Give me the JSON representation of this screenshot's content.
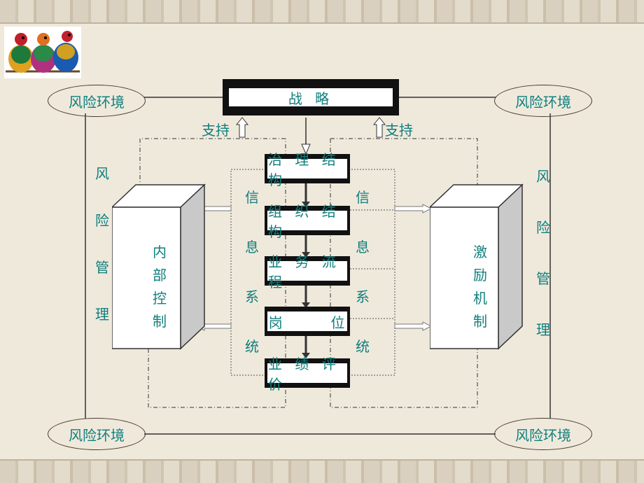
{
  "env": {
    "top_left": "风险环境",
    "top_right": "风险环境",
    "bottom_left": "风险环境",
    "bottom_right": "风险环境"
  },
  "strategy": "战 略",
  "support_left": "支持",
  "support_right": "支持",
  "chain": [
    "治 理 结 构",
    "组 织 结 构",
    "业 务 流 程",
    "岗        位",
    "业 绩 评 价"
  ],
  "risk_mgmt_left": [
    "风",
    "险",
    "管",
    "理"
  ],
  "risk_mgmt_right": [
    "风",
    "险",
    "管",
    "理"
  ],
  "info_left": [
    "信",
    "息",
    "系",
    "统"
  ],
  "info_right": [
    "信",
    "息",
    "系",
    "统"
  ],
  "internal_control": [
    "内",
    "部",
    "控",
    "制"
  ],
  "incentive": [
    "激",
    "励",
    "机",
    "制"
  ],
  "colors": {
    "text": "#0f7f7d",
    "box": "#111111"
  },
  "icons": [
    "birds-logo"
  ]
}
